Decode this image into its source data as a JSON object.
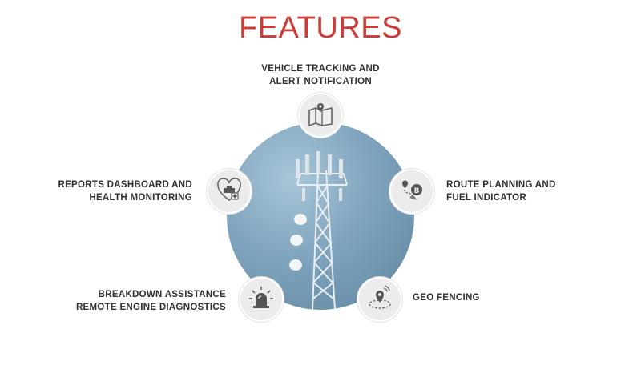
{
  "header": {
    "title": "FEATURES"
  },
  "features": [
    {
      "icon": "map-pin-icon",
      "line1": "VEHICLE TRACKING AND",
      "line2": "ALERT NOTIFICATION"
    },
    {
      "icon": "route-fuel-icon",
      "line1": "ROUTE PLANNING AND",
      "line2": "FUEL INDICATOR"
    },
    {
      "icon": "geofence-icon",
      "line1": "GEO FENCING",
      "line2": ""
    },
    {
      "icon": "alarm-icon",
      "line1": "BREAKDOWN ASSISTANCE",
      "line2": "REMOTE ENGINE DIAGNOSTICS"
    },
    {
      "icon": "heart-health-icon",
      "line1": "REPORTS DASHBOARD AND",
      "line2": "HEALTH MONITORING"
    }
  ],
  "colors": {
    "title": "#cc3b33",
    "text": "#2f2f2f",
    "icon_bg": "#ececec",
    "circle": "#7fa4bd"
  }
}
